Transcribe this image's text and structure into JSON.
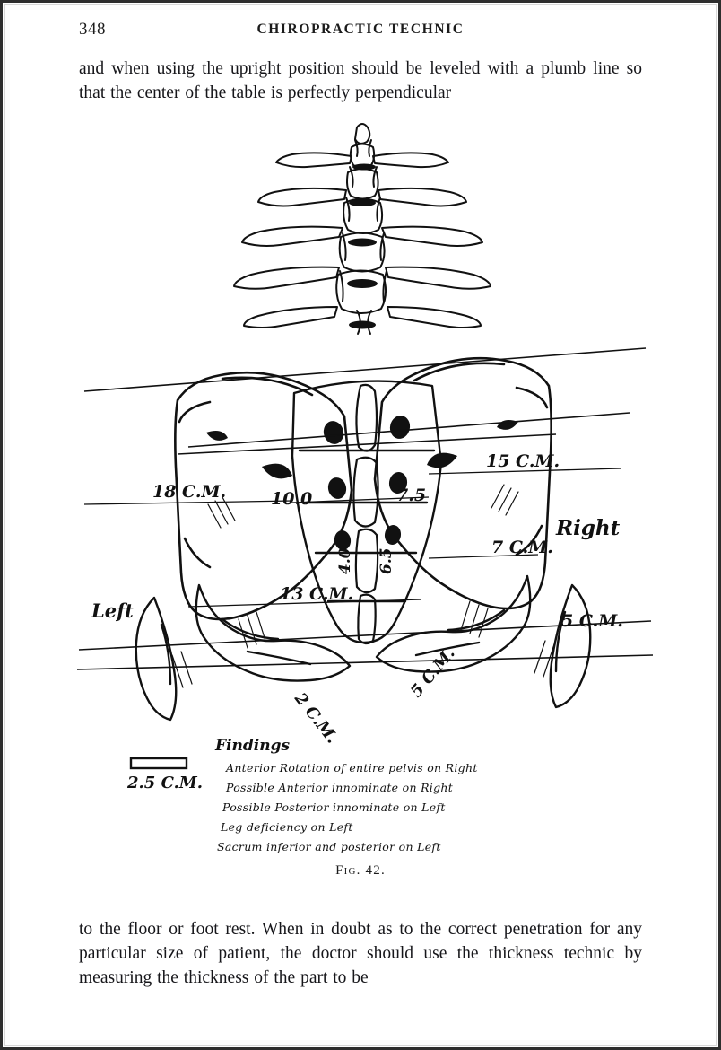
{
  "page": {
    "folio": "348",
    "running_head": "CHIROPRACTIC TECHNIC",
    "paragraph_top": "and when using the upright position should be leveled with a plumb line so that the center of the table is perfectly perpendicular",
    "paragraph_bottom": "to the floor or foot rest. When in doubt as to the correct penetration for any particular size of patient, the doctor should use the thickness technic by measuring the thickness of the part to be"
  },
  "figure": {
    "caption": "Fig. 42.",
    "side_labels": {
      "right": "Right",
      "left": "Left"
    },
    "scale_bar": {
      "label": "2.5 C.M."
    },
    "measurements": [
      {
        "id": "left-ilium-width",
        "label": "18 C.M."
      },
      {
        "id": "right-ilium-width",
        "label": "15 C.M."
      },
      {
        "id": "left-sacrum-half",
        "label": "10.0"
      },
      {
        "id": "right-sacrum-half",
        "label": "7.5"
      },
      {
        "id": "left-lower-ilium",
        "label": "13 C.M."
      },
      {
        "id": "right-lower-ilium",
        "label": "7 C.M."
      },
      {
        "id": "right-ischium",
        "label": "5 C.M."
      },
      {
        "id": "sacrum-vertical-left",
        "label": "4.0"
      },
      {
        "id": "sacrum-vertical-right",
        "label": "6.5"
      },
      {
        "id": "left-pubic-ramus",
        "label": "2 C.M."
      },
      {
        "id": "right-pubic-ramus",
        "label": "5 C.M."
      }
    ],
    "findings": {
      "heading": "Findings",
      "lines": [
        "Anterior Rotation of entire pelvis on Right",
        "Possible Anterior innominate on Right",
        "Possible Posterior innominate on Left",
        "Leg deficiency on Left",
        "Sacrum inferior and posterior on Left"
      ]
    }
  },
  "colors": {
    "ink": "#16161a",
    "paper": "#ffffff",
    "frame": "#2e2e2e"
  }
}
